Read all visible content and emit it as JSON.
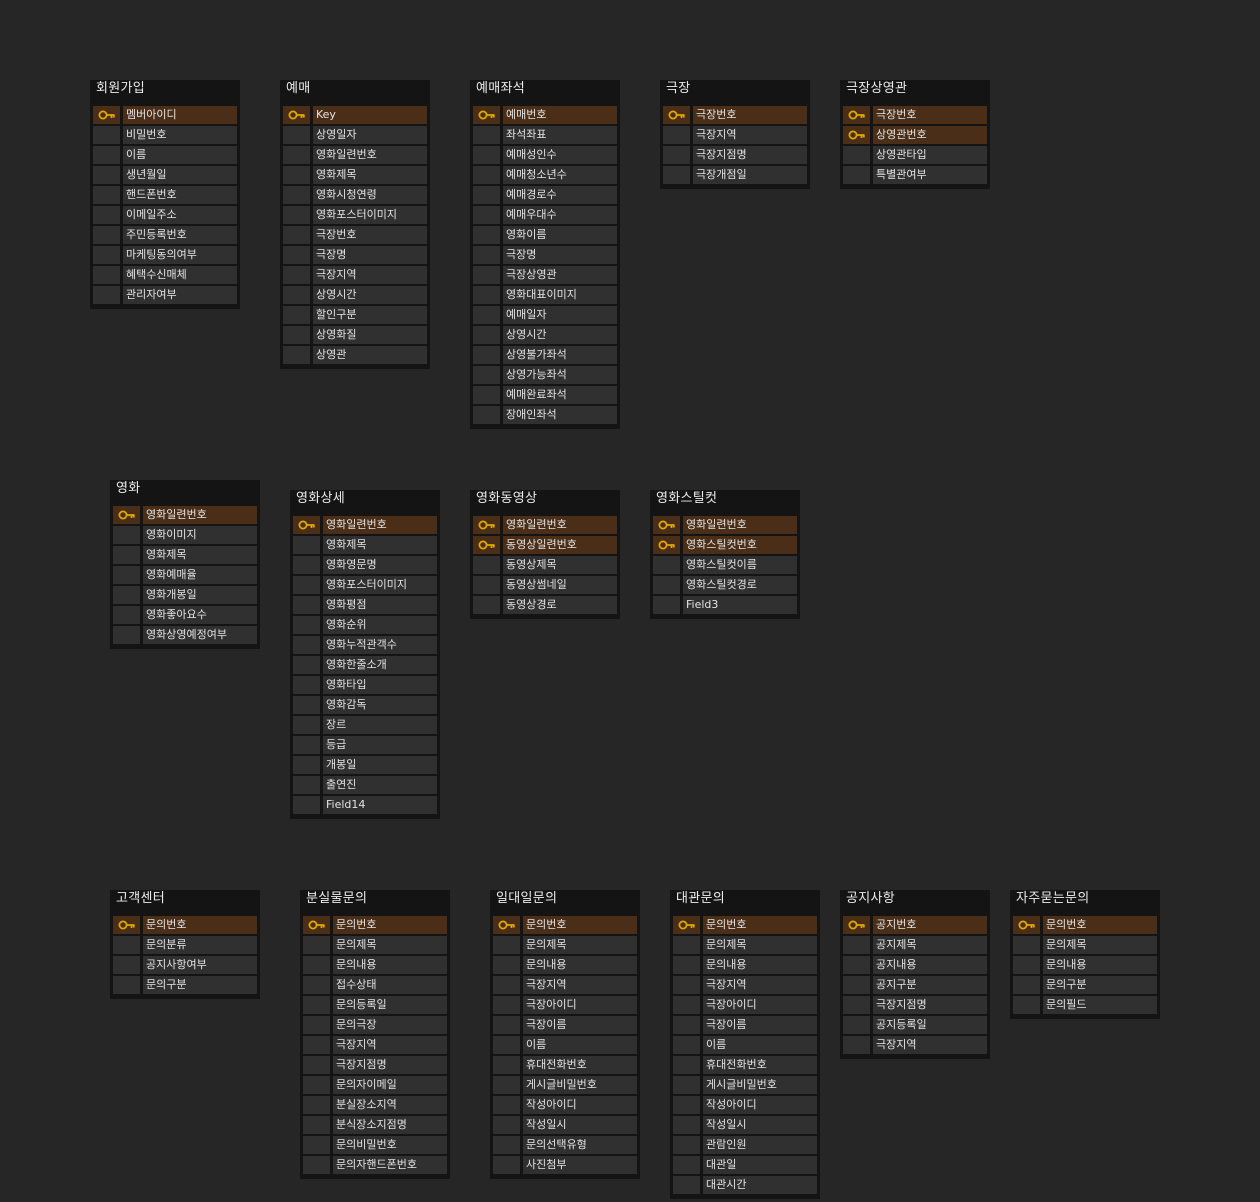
{
  "colors": {
    "background": "#262626",
    "table": "#141414",
    "field": "#303030",
    "primary_key": "#4a2e17",
    "key_icon": "#e0a800"
  },
  "tables": [
    {
      "id": "member",
      "name": "회원가입",
      "fields": [
        {
          "name": "멤버아이디",
          "pk": true
        },
        {
          "name": "비밀번호",
          "pk": false
        },
        {
          "name": "이름",
          "pk": false
        },
        {
          "name": "생년월일",
          "pk": false
        },
        {
          "name": "핸드폰번호",
          "pk": false
        },
        {
          "name": "이메일주소",
          "pk": false
        },
        {
          "name": "주민등록번호",
          "pk": false
        },
        {
          "name": "마케팅동의여부",
          "pk": false
        },
        {
          "name": "혜택수신매체",
          "pk": false
        },
        {
          "name": "관리자여부",
          "pk": false
        }
      ]
    },
    {
      "id": "booking",
      "name": "예매",
      "fields": [
        {
          "name": "Key",
          "pk": true
        },
        {
          "name": "상영일자",
          "pk": false
        },
        {
          "name": "영화일련번호",
          "pk": false
        },
        {
          "name": "영화제목",
          "pk": false
        },
        {
          "name": "영화시청연령",
          "pk": false
        },
        {
          "name": "영화포스터이미지",
          "pk": false
        },
        {
          "name": "극장번호",
          "pk": false
        },
        {
          "name": "극장명",
          "pk": false
        },
        {
          "name": "극장지역",
          "pk": false
        },
        {
          "name": "상영시간",
          "pk": false
        },
        {
          "name": "할인구분",
          "pk": false
        },
        {
          "name": "상영화질",
          "pk": false
        },
        {
          "name": "상영관",
          "pk": false
        }
      ]
    },
    {
      "id": "booking-seat",
      "name": "예매좌석",
      "fields": [
        {
          "name": "예매번호",
          "pk": true
        },
        {
          "name": "좌석좌표",
          "pk": false
        },
        {
          "name": "예매성인수",
          "pk": false
        },
        {
          "name": "예매청소년수",
          "pk": false
        },
        {
          "name": "예매경로수",
          "pk": false
        },
        {
          "name": "예매우대수",
          "pk": false
        },
        {
          "name": "영화이름",
          "pk": false
        },
        {
          "name": "극장명",
          "pk": false
        },
        {
          "name": "극장상영관",
          "pk": false
        },
        {
          "name": "영화대표이미지",
          "pk": false
        },
        {
          "name": "예매일자",
          "pk": false
        },
        {
          "name": "상영시간",
          "pk": false
        },
        {
          "name": "상영불가좌석",
          "pk": false
        },
        {
          "name": "상영가능좌석",
          "pk": false
        },
        {
          "name": "예매완료좌석",
          "pk": false
        },
        {
          "name": "장애인좌석",
          "pk": false
        }
      ]
    },
    {
      "id": "theater",
      "name": "극장",
      "fields": [
        {
          "name": "극장번호",
          "pk": true
        },
        {
          "name": "극장지역",
          "pk": false
        },
        {
          "name": "극장지점명",
          "pk": false
        },
        {
          "name": "극장개점일",
          "pk": false
        }
      ]
    },
    {
      "id": "theater-screen",
      "name": "극장상영관",
      "fields": [
        {
          "name": "극장번호",
          "pk": true
        },
        {
          "name": "상영관번호",
          "pk": true
        },
        {
          "name": "상영관타입",
          "pk": false
        },
        {
          "name": "특별관여부",
          "pk": false
        }
      ]
    },
    {
      "id": "movie",
      "name": "영화",
      "fields": [
        {
          "name": "영화일련번호",
          "pk": true
        },
        {
          "name": "영화이미지",
          "pk": false
        },
        {
          "name": "영화제목",
          "pk": false
        },
        {
          "name": "영화예매율",
          "pk": false
        },
        {
          "name": "영화개봉일",
          "pk": false
        },
        {
          "name": "영화좋아요수",
          "pk": false
        },
        {
          "name": "영화상영예정여부",
          "pk": false
        }
      ]
    },
    {
      "id": "movie-detail",
      "name": "영화상세",
      "fields": [
        {
          "name": "영화일련번호",
          "pk": true
        },
        {
          "name": "영화제목",
          "pk": false
        },
        {
          "name": "영화영문명",
          "pk": false
        },
        {
          "name": "영화포스터이미지",
          "pk": false
        },
        {
          "name": "영화평점",
          "pk": false
        },
        {
          "name": "영화순위",
          "pk": false
        },
        {
          "name": "영화누적관객수",
          "pk": false
        },
        {
          "name": "영화한줄소개",
          "pk": false
        },
        {
          "name": "영화타입",
          "pk": false
        },
        {
          "name": "영화감독",
          "pk": false
        },
        {
          "name": "장르",
          "pk": false
        },
        {
          "name": "등급",
          "pk": false
        },
        {
          "name": "개봉일",
          "pk": false
        },
        {
          "name": "출연진",
          "pk": false
        },
        {
          "name": "Field14",
          "pk": false
        }
      ]
    },
    {
      "id": "movie-video",
      "name": "영화동영상",
      "fields": [
        {
          "name": "영화일련번호",
          "pk": true
        },
        {
          "name": "동영상일련번호",
          "pk": true
        },
        {
          "name": "동영상제목",
          "pk": false
        },
        {
          "name": "동영상썸네일",
          "pk": false
        },
        {
          "name": "동영상경로",
          "pk": false
        }
      ]
    },
    {
      "id": "movie-still",
      "name": "영화스틸컷",
      "fields": [
        {
          "name": "영화일련번호",
          "pk": true
        },
        {
          "name": "영화스틸컷번호",
          "pk": true
        },
        {
          "name": "영화스틸컷이름",
          "pk": false
        },
        {
          "name": "영화스틸컷경로",
          "pk": false
        },
        {
          "name": "Field3",
          "pk": false
        }
      ]
    },
    {
      "id": "customer-center",
      "name": "고객센터",
      "fields": [
        {
          "name": "문의번호",
          "pk": true
        },
        {
          "name": "문의분류",
          "pk": false
        },
        {
          "name": "공지사항여부",
          "pk": false
        },
        {
          "name": "문의구분",
          "pk": false
        }
      ]
    },
    {
      "id": "lost-item",
      "name": "분실물문의",
      "fields": [
        {
          "name": "문의번호",
          "pk": true
        },
        {
          "name": "문의제목",
          "pk": false
        },
        {
          "name": "문의내용",
          "pk": false
        },
        {
          "name": "접수상태",
          "pk": false
        },
        {
          "name": "문의등록일",
          "pk": false
        },
        {
          "name": "문의극장",
          "pk": false
        },
        {
          "name": "극장지역",
          "pk": false
        },
        {
          "name": "극장지점명",
          "pk": false
        },
        {
          "name": "문의자이메일",
          "pk": false
        },
        {
          "name": "분실장소지역",
          "pk": false
        },
        {
          "name": "분식장소지점명",
          "pk": false
        },
        {
          "name": "문의비밀번호",
          "pk": false
        },
        {
          "name": "문의자핸드폰번호",
          "pk": false
        }
      ]
    },
    {
      "id": "one-to-one",
      "name": "일대일문의",
      "fields": [
        {
          "name": "문의번호",
          "pk": true
        },
        {
          "name": "문의제목",
          "pk": false
        },
        {
          "name": "문의내용",
          "pk": false
        },
        {
          "name": "극장지역",
          "pk": false
        },
        {
          "name": "극장아이디",
          "pk": false
        },
        {
          "name": "극장이름",
          "pk": false
        },
        {
          "name": "이름",
          "pk": false
        },
        {
          "name": "휴대전화번호",
          "pk": false
        },
        {
          "name": "게시글비밀번호",
          "pk": false
        },
        {
          "name": "작성아이디",
          "pk": false
        },
        {
          "name": "작성일시",
          "pk": false
        },
        {
          "name": "문의선택유형",
          "pk": false
        },
        {
          "name": "사진첨부",
          "pk": false
        }
      ]
    },
    {
      "id": "rental",
      "name": "대관문의",
      "fields": [
        {
          "name": "문의번호",
          "pk": true
        },
        {
          "name": "문의제목",
          "pk": false
        },
        {
          "name": "문의내용",
          "pk": false
        },
        {
          "name": "극장지역",
          "pk": false
        },
        {
          "name": "극장아이디",
          "pk": false
        },
        {
          "name": "극장이름",
          "pk": false
        },
        {
          "name": "이름",
          "pk": false
        },
        {
          "name": "휴대전화번호",
          "pk": false
        },
        {
          "name": "게시글비밀번호",
          "pk": false
        },
        {
          "name": "작성아이디",
          "pk": false
        },
        {
          "name": "작성일시",
          "pk": false
        },
        {
          "name": "관람인원",
          "pk": false
        },
        {
          "name": "대관일",
          "pk": false
        },
        {
          "name": "대관시간",
          "pk": false
        }
      ]
    },
    {
      "id": "notice",
      "name": "공지사항",
      "fields": [
        {
          "name": "공지번호",
          "pk": true
        },
        {
          "name": "공지제목",
          "pk": false
        },
        {
          "name": "공지내용",
          "pk": false
        },
        {
          "name": "공지구분",
          "pk": false
        },
        {
          "name": "극장지점명",
          "pk": false
        },
        {
          "name": "공지등록일",
          "pk": false
        },
        {
          "name": "극장지역",
          "pk": false
        }
      ]
    },
    {
      "id": "faq",
      "name": "자주묻는문의",
      "fields": [
        {
          "name": "문의번호",
          "pk": true
        },
        {
          "name": "문의제목",
          "pk": false
        },
        {
          "name": "문의내용",
          "pk": false
        },
        {
          "name": "문의구분",
          "pk": false
        },
        {
          "name": "문의필드",
          "pk": false
        }
      ]
    }
  ]
}
